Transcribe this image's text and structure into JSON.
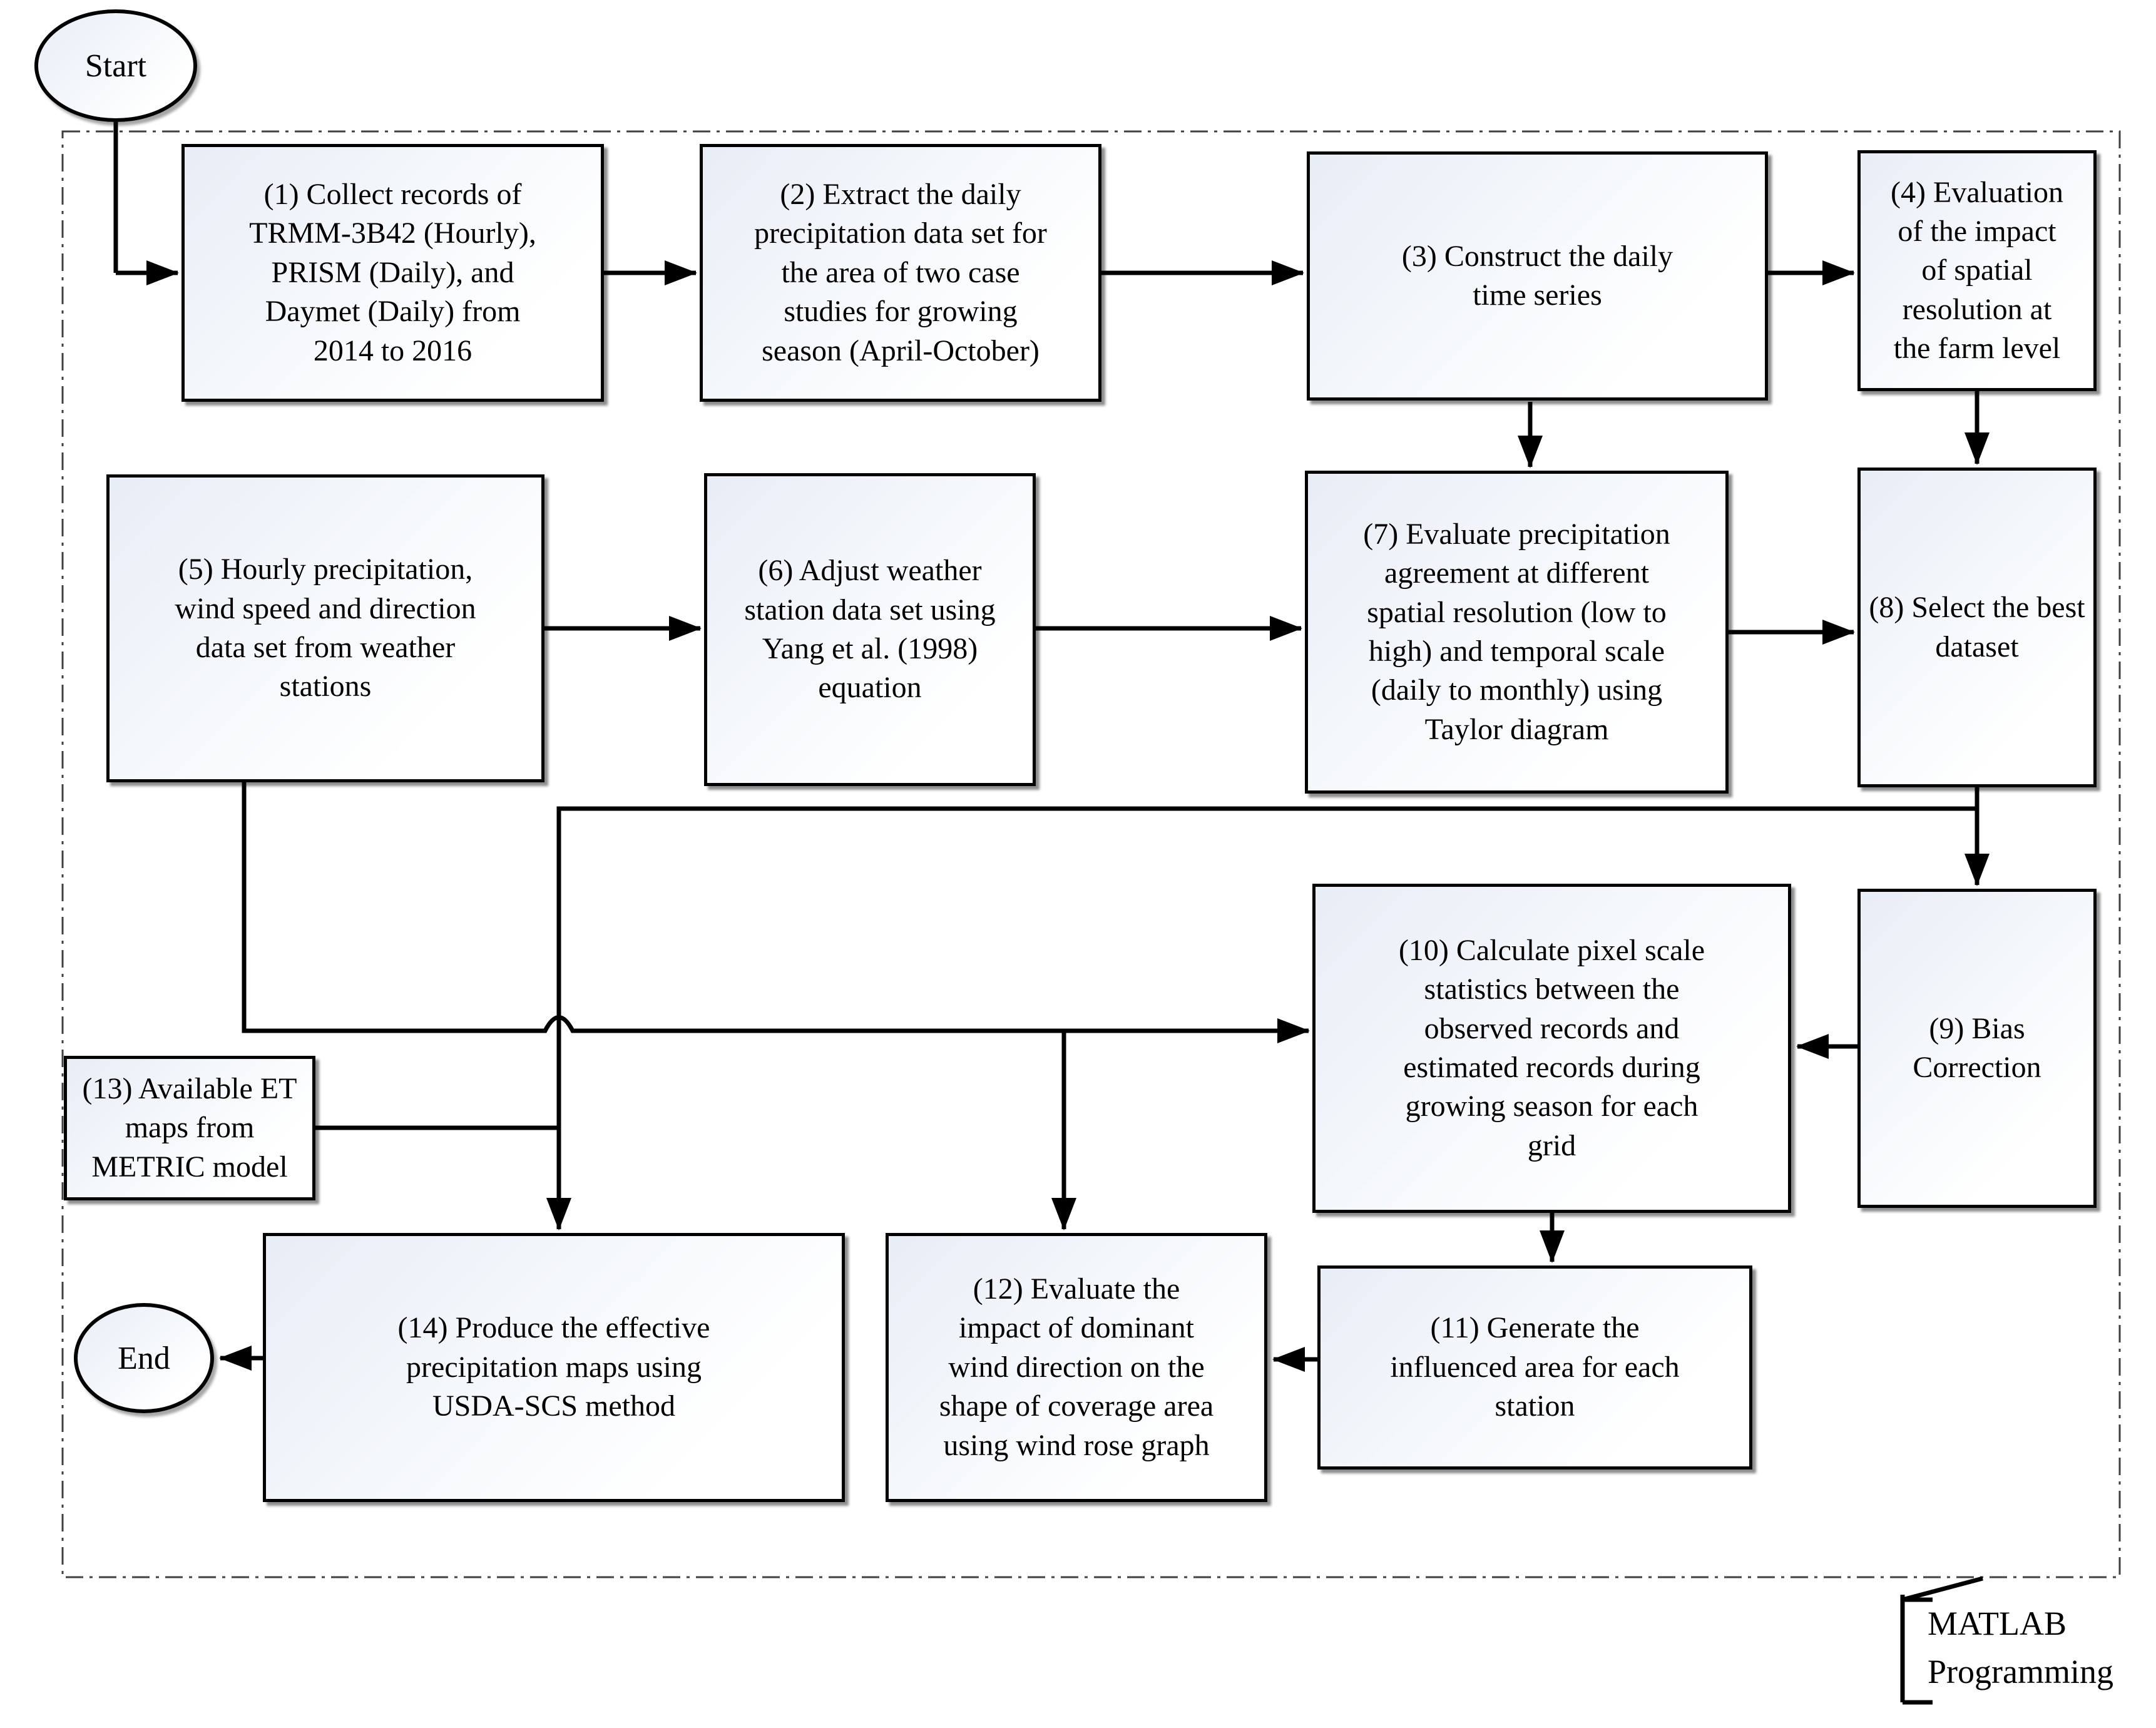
{
  "diagram": {
    "start_label": "Start",
    "end_label": "End",
    "bracket_label_line1": "MATLAB",
    "bracket_label_line2": "Programming",
    "boxes": [
      {
        "id": "1",
        "text": "(1) Collect records of TRMM-3B42 (Hourly), PRISM (Daily), and Daymet (Daily) from 2014 to 2016"
      },
      {
        "id": "2",
        "text": "(2) Extract the daily precipitation data set for the area of two case studies for growing season (April-October)"
      },
      {
        "id": "3",
        "text": "(3) Construct the daily time series"
      },
      {
        "id": "4",
        "text": "(4) Evaluation of the impact of spatial resolution at the farm level"
      },
      {
        "id": "5",
        "text": "(5) Hourly precipitation, wind speed and direction data set from weather stations"
      },
      {
        "id": "6",
        "text": "(6) Adjust weather station data set using Yang et al. (1998) equation"
      },
      {
        "id": "7",
        "text": "(7) Evaluate precipitation agreement at different spatial resolution (low to high) and temporal scale (daily to monthly) using Taylor diagram"
      },
      {
        "id": "8",
        "text": "(8) Select the best dataset"
      },
      {
        "id": "9",
        "text": "(9) Bias Correction"
      },
      {
        "id": "10",
        "text": "(10) Calculate pixel scale statistics between the observed records and estimated records during growing season for each grid"
      },
      {
        "id": "11",
        "text": "(11) Generate the influenced area for each station"
      },
      {
        "id": "12",
        "text": "(12) Evaluate the impact of dominant wind direction on the shape of coverage area using wind rose graph"
      },
      {
        "id": "13",
        "text": "(13) Available ET maps from METRIC model"
      },
      {
        "id": "14",
        "text": "(14) Produce the effective precipitation maps using USDA-SCS method"
      }
    ]
  },
  "colors": {
    "node_border": "#000000",
    "node_fill_top": "#e8edf6",
    "node_fill_bottom": "#ffffff",
    "connector": "#000000",
    "dashed_border": "#404040",
    "text": "#000000",
    "background": "#ffffff"
  }
}
